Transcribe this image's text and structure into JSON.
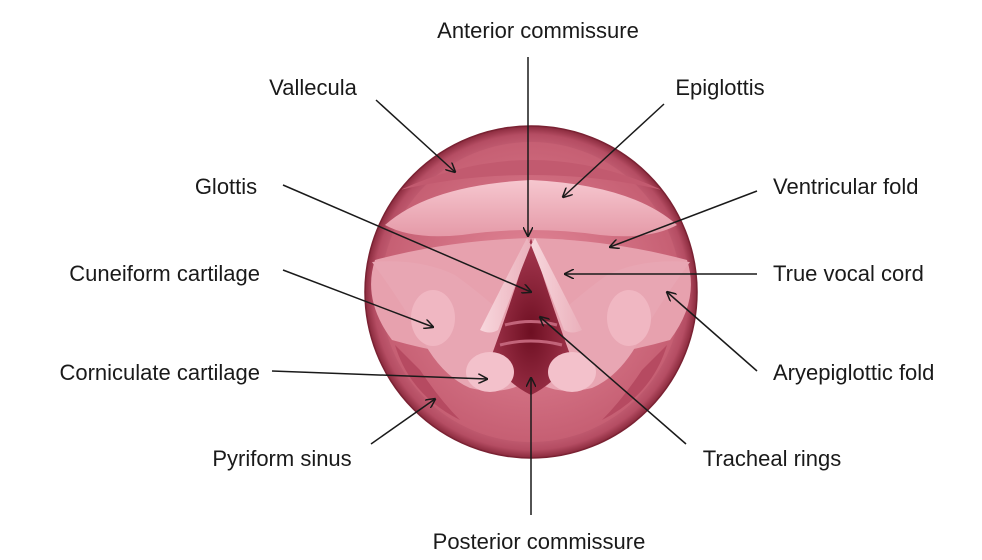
{
  "colors": {
    "rim_outer": "#8a2a3d",
    "rim": "#c9677a",
    "tissue_light": "#f3b9c3",
    "tissue_mid": "#e38e9e",
    "tissue_deep": "#b84059",
    "airway": "#7a1328",
    "line": "#1a1a1a"
  },
  "labels": {
    "anterior_commissure": "Anterior commissure",
    "vallecula": "Vallecula",
    "epiglottis": "Epiglottis",
    "glottis": "Glottis",
    "ventricular_fold": "Ventricular fold",
    "cuneiform_cartilage": "Cuneiform cartilage",
    "true_vocal_cord": "True vocal cord",
    "corniculate_cartilage": "Corniculate cartilage",
    "aryepiglottic_fold": "Aryepiglottic fold",
    "pyriform_sinus": "Pyriform sinus",
    "tracheal_rings": "Tracheal rings",
    "posterior_commissure": "Posterior commissure"
  }
}
